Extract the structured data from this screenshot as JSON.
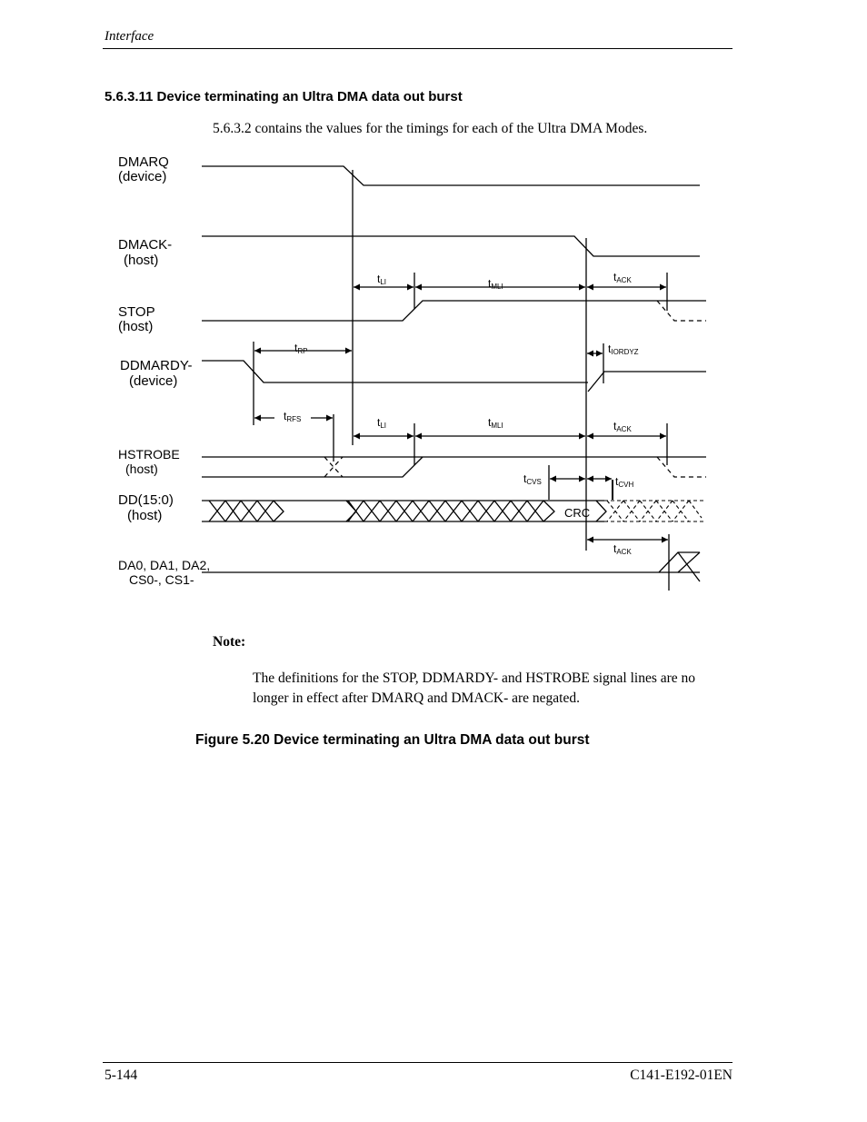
{
  "header": {
    "text": "Interface"
  },
  "section": {
    "heading": "5.6.3.11  Device terminating an Ultra DMA data out burst"
  },
  "intro": "5.6.3.2 contains the values for the timings for each of the Ultra DMA Modes.",
  "diagram": {
    "signals": {
      "dmarq": [
        "DMARQ",
        "(device)"
      ],
      "dmack": [
        "DMACK-",
        "(host)"
      ],
      "stop": [
        "STOP",
        "(host)"
      ],
      "ddmardy": [
        "DDMARDY-",
        "(device)"
      ],
      "hstrobe": [
        "HSTROBE",
        "(host)"
      ],
      "dd": [
        "DD(15:0)",
        "(host)"
      ],
      "da": [
        "DA0, DA1, DA2,",
        "CS0-, CS1-"
      ]
    },
    "timing": {
      "t": "t",
      "li": "LI",
      "mli": "MLI",
      "ack": "ACK",
      "rp": "RP",
      "iordyz": "IORDYZ",
      "rfs": "RFS",
      "cvs": "CVS",
      "cvh": "CVH"
    },
    "crc": "CRC"
  },
  "note": {
    "label": "Note:",
    "text": "The definitions for the STOP, DDMARDY- and HSTROBE signal lines are no longer in effect after DMARQ and DMACK- are negated."
  },
  "figure": {
    "caption": "Figure 5.20  Device terminating an Ultra DMA data out burst"
  },
  "footer": {
    "left": "5-144",
    "right": "C141-E192-01EN"
  }
}
